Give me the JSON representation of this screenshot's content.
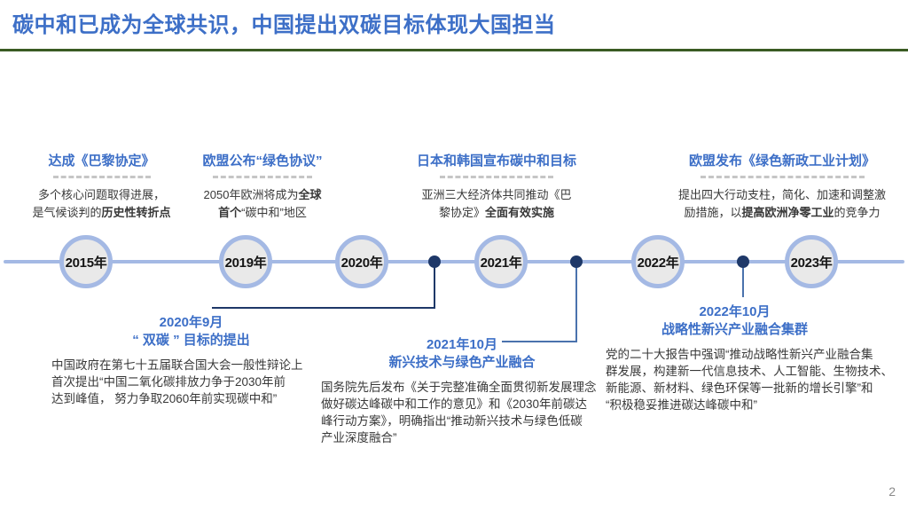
{
  "page": {
    "title": "碳中和已成为全球共识，中国提出双碳目标体现大国担当",
    "page_number": "2"
  },
  "colors": {
    "heading_blue": "#3D6FC7",
    "rule_green": "#3A5B23",
    "axis_blue": "#A4B9E4",
    "node_fill": "#E9E9E9",
    "dot_navy": "#1E3868",
    "connector_blue": "#4A72AD",
    "body_text": "#383838",
    "dash_gray": "#C6C6C6"
  },
  "timeline": {
    "years": [
      "2015年",
      "2019年",
      "2020年",
      "2021年",
      "2022年",
      "2023年"
    ]
  },
  "top_events": [
    {
      "title": "达成《巴黎协定》",
      "body": [
        {
          "t": "多个核心问题取得进展，\n是气候谈判的"
        },
        {
          "t": "历史性转折点",
          "b": true
        }
      ]
    },
    {
      "title": "欧盟公布“绿色协议”",
      "body": [
        {
          "t": "2050年欧洲将成为"
        },
        {
          "t": "全球\n首个",
          "b": true
        },
        {
          "t": "“碳中和”地区"
        }
      ]
    },
    {
      "title": "日本和韩国宣布碳中和目标",
      "body": [
        {
          "t": "亚洲三大经济体共同推动《巴\n黎协定》"
        },
        {
          "t": "全面有效实施",
          "b": true
        }
      ]
    },
    {
      "title": "欧盟发布《绿色新政工业计划》",
      "body": [
        {
          "t": "提出四大行动支柱，简化、加速和调整激\n励措施，以"
        },
        {
          "t": "提高欧洲净零工业",
          "b": true
        },
        {
          "t": "的竞争力"
        }
      ]
    }
  ],
  "bottom_events": [
    {
      "date": "2020年9月",
      "title": "“ 双碳 ”  目标的提出",
      "body": "中国政府在第七十五届联合国大会一般性辩论上\n首次提出“中国二氧化碳排放力争于2030年前\n达到峰值， 努力争取2060年前实现碳中和”"
    },
    {
      "date": "2021年10月",
      "title": "新兴技术与绿色产业融合",
      "body": "国务院先后发布《关于完整准确全面贯彻新发展理念\n做好碳达峰碳中和工作的意见》和《2030年前碳达\n峰行动方案》，明确指出“推动新兴技术与绿色低碳\n产业深度融合”"
    },
    {
      "date": "2022年10月",
      "title": "战略性新兴产业融合集群",
      "body": "党的二十大报告中强调“推动战略性新兴产业融合集\n群发展，构建新一代信息技术、人工智能、生物技术、\n新能源、新材料、绿色环保等一批新的增长引擎”和\n“积极稳妥推进碳达峰碳中和”"
    }
  ]
}
